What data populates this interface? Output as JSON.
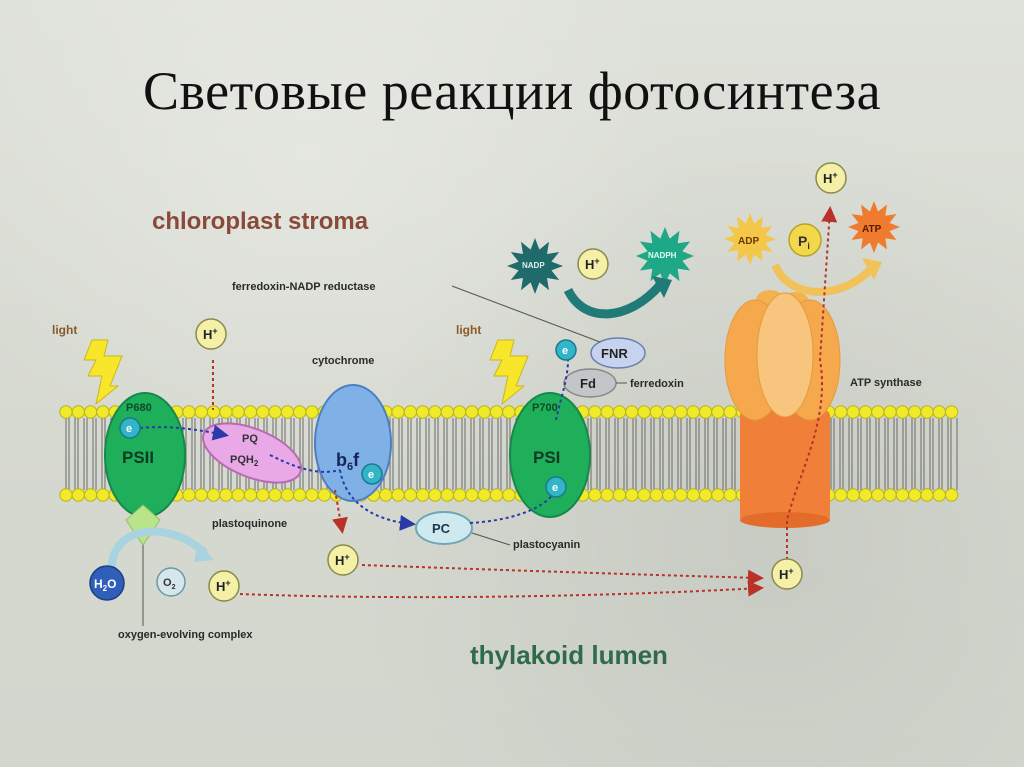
{
  "slide": {
    "title": "Световые реакции фотосинтеза"
  },
  "diagram": {
    "region_top": "chloroplast stroma",
    "region_bottom": "thylakoid lumen",
    "labels": {
      "light_left": "light",
      "light_right": "light",
      "p680": "P680",
      "psii": "PSII",
      "pq": "PQ",
      "pqh2": "PQH",
      "pqh2_sub": "2",
      "plastoquinone": "plastoquinone",
      "cytochrome": "cytochrome",
      "b6f_b": "b",
      "b6f_sub": "6",
      "b6f_f": "f",
      "p700": "P700",
      "psi": "PSI",
      "pc": "PC",
      "plastocyanin": "plastocyanin",
      "fd": "Fd",
      "ferredoxin": "ferredoxin",
      "fnr": "FNR",
      "fnr_full": "ferredoxin-NADP reductase",
      "nadp": "NADP",
      "nadph": "NADPH",
      "adp": "ADP",
      "pi": "P",
      "pi_sub": "i",
      "atp": "ATP",
      "atp_synthase": "ATP synthase",
      "h2o": "H",
      "h2o_sub": "2",
      "h2o_o": "O",
      "o2": "O",
      "o2_sub": "2",
      "oec": "oxygen-evolving complex",
      "electron": "e",
      "proton": "H"
    },
    "colors": {
      "psii": "#1fae5a",
      "psi": "#1fae5a",
      "cytochrome": "#7fb0e6",
      "plastoquinone": "#e9a8e6",
      "atp_synthase_head": "#f2b24e",
      "atp_synthase_stalk": "#f07f3a",
      "membrane_head": "#f0ea2a",
      "electron": "#33b5c9",
      "h_ion": "#f5f0a8"
    }
  }
}
